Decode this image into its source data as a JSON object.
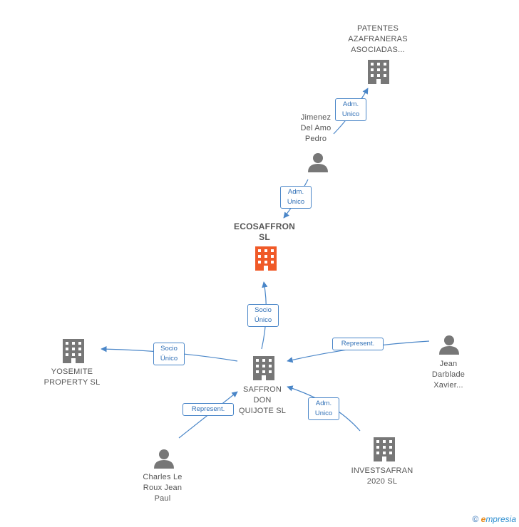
{
  "colors": {
    "edge": "#4a86c8",
    "building": "#777777",
    "building_main": "#f05a28",
    "person": "#777777"
  },
  "nodes": {
    "patentes": {
      "label": "PATENTES\nAZAFRANERAS\nASOCIADAS...",
      "icon": "building-icon"
    },
    "jimenez": {
      "label": "Jimenez\nDel Amo\nPedro",
      "icon": "person-icon"
    },
    "ecosaffron": {
      "label": "ECOSAFFRON\nSL",
      "icon": "building-icon"
    },
    "yosemite": {
      "label": "YOSEMITE\nPROPERTY  SL",
      "icon": "building-icon"
    },
    "saffron": {
      "label": "SAFFRON\nDON\nQUIJOTE  SL",
      "icon": "building-icon"
    },
    "jean": {
      "label": "Jean\nDarblade\nXavier...",
      "icon": "person-icon"
    },
    "charles": {
      "label": "Charles Le\nRoux Jean\nPaul",
      "icon": "person-icon"
    },
    "investsafran": {
      "label": "INVESTSAFRAN\n2020  SL",
      "icon": "building-icon"
    }
  },
  "edges": {
    "jimenez_patentes": "Adm.\nUnico",
    "jimenez_ecosaffron": "Adm.\nUnico",
    "saffron_ecosaffron": "Socio\nÚnico",
    "saffron_yosemite": "Socio\nÚnico",
    "jean_saffron": "Represent.",
    "charles_saffron": "Represent.",
    "invest_saffron": "Adm.\nUnico"
  },
  "footer": {
    "copyright": "©",
    "brand_initial": "e",
    "brand_rest": "mpresia"
  }
}
